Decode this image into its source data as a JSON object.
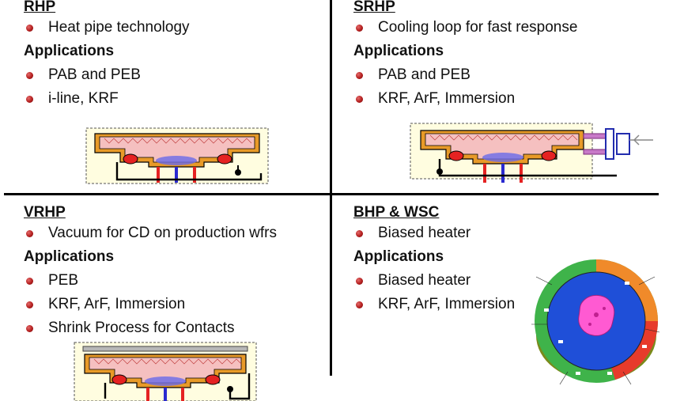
{
  "quadrants": [
    {
      "title": "RHP",
      "bullets": [
        "Heat pipe technology"
      ],
      "applications_label": "Applications",
      "applications": [
        "PAB and PEB",
        "i-line, KRF"
      ]
    },
    {
      "title": "SRHP",
      "bullets": [
        "Cooling loop for fast response"
      ],
      "applications_label": "Applications",
      "applications": [
        "PAB and PEB",
        "KRF, ArF, Immersion"
      ]
    },
    {
      "title": "VRHP",
      "bullets": [
        "Vacuum for CD on production wfrs"
      ],
      "applications_label": "Applications",
      "applications": [
        "PEB",
        "KRF, ArF, Immersion",
        "Shrink Process for Contacts"
      ]
    },
    {
      "title": "BHP & WSC",
      "bullets": [
        "Biased heater"
      ],
      "applications_label": "Applications",
      "applications": [
        "Biased heater",
        "KRF, ArF, Immersion"
      ]
    }
  ],
  "icons": {
    "bullet": "red-sphere-bullet-icon",
    "cross_section": "heater-cross-section-diagram",
    "heater_top": "heater-plate-top-view-image"
  },
  "colors": {
    "bullet": "#b41f1f",
    "diagram_bg": "#fffde0",
    "frame": "#e89a28",
    "chamber": "#f5c0c0",
    "pipe_red": "#e52222",
    "pipe_blue": "#2a2ad0"
  }
}
